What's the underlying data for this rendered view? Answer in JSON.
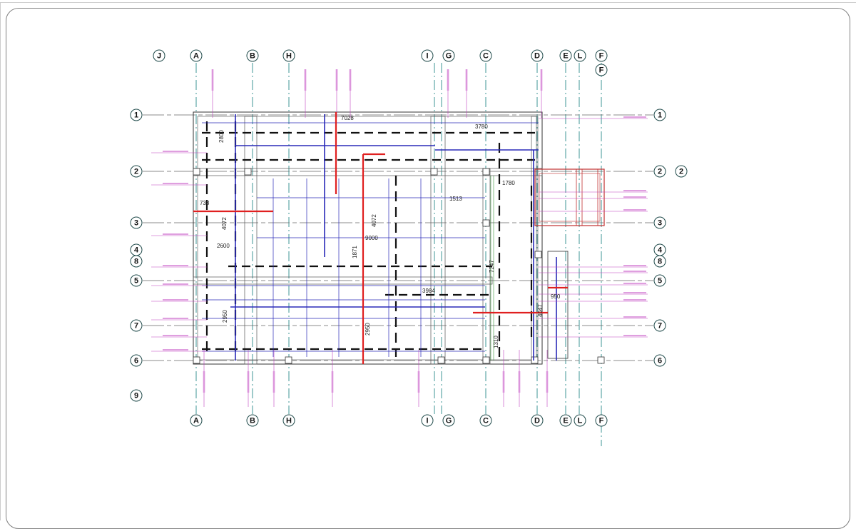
{
  "drawing": {
    "grid_columns": [
      "J",
      "A",
      "B",
      "H",
      "I",
      "G",
      "C",
      "D",
      "E",
      "L",
      "F"
    ],
    "grid_rows": [
      "1",
      "2",
      "3",
      "4",
      "8",
      "5",
      "7",
      "6",
      "9"
    ],
    "extra_column_bubble": "F",
    "extra_row_bubble": "2",
    "dimensions": [
      "3780",
      "1513",
      "1780",
      "4072",
      "9000",
      "2600",
      "1871",
      "7247",
      "3984",
      "2950",
      "4072",
      "2950",
      "1310",
      "4047",
      "950",
      "738",
      "2800",
      "7028"
    ],
    "colors": {
      "grid": "#2a8a8a",
      "wall": "#333333",
      "rebar": "#2a2ab8",
      "highlight": "#e02020",
      "label": "#c040c0",
      "footing": "#c03030"
    }
  }
}
